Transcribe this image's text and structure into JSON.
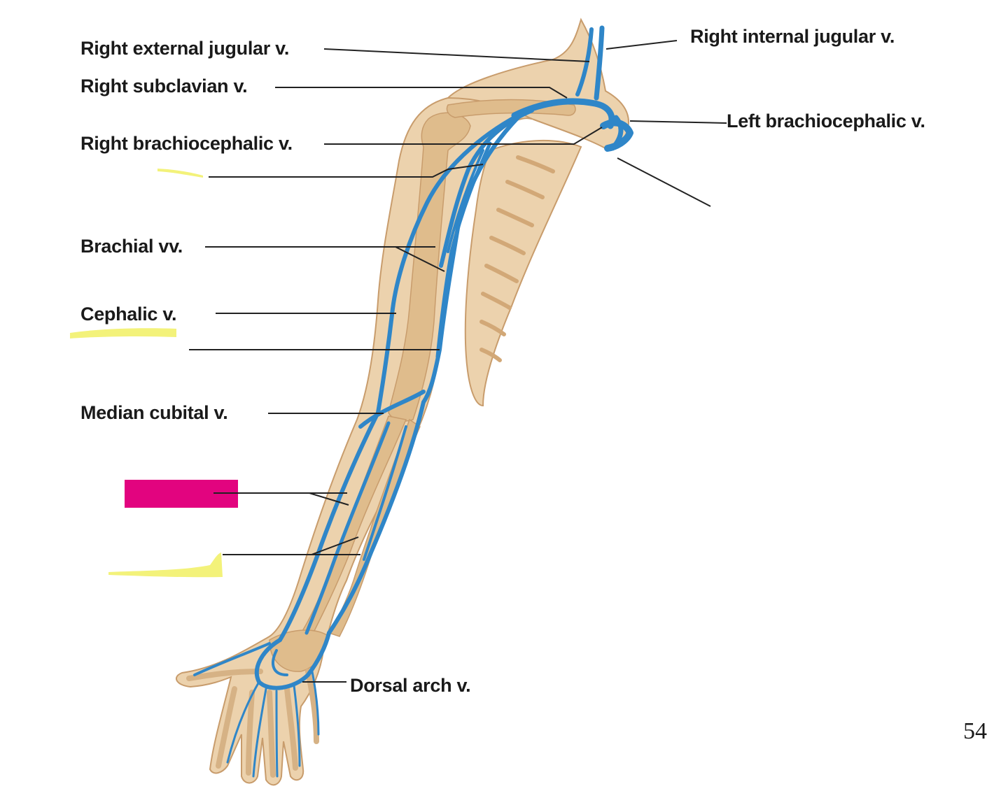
{
  "labels": {
    "right_external_jugular": "Right external jugular v.",
    "right_subclavian": "Right subclavian v.",
    "right_brachiocephalic": "Right brachiocephalic v.",
    "brachial": "Brachial vv.",
    "cephalic": "Cephalic v.",
    "median_cubital": "Median cubital v.",
    "dorsal_arch": "Dorsal arch v.",
    "right_internal_jugular": "Right internal jugular v.",
    "left_brachiocephalic": "Left brachiocephalic v."
  },
  "page_number": "54",
  "colors": {
    "vein": "#2f86c8",
    "skin": "#ecd2ad",
    "skin_outline": "#c89c6c",
    "bone": "#dfbc8c",
    "leader_line": "#222222",
    "highlight_yellow": "#f3f27a",
    "redaction_magenta": "#e2047f"
  }
}
